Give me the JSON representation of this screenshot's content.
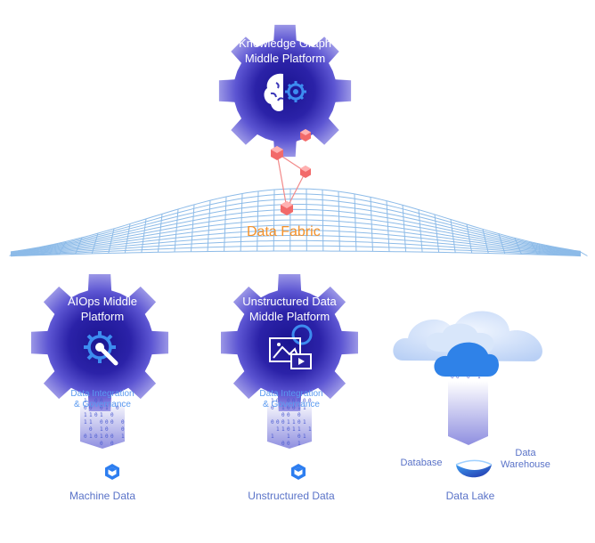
{
  "top_platform": {
    "title": "Knowledge Graph\nMiddle Platform",
    "icon": "brain-gear-icon"
  },
  "fabric": {
    "label": "Data Fabric"
  },
  "platforms": [
    {
      "title": "AIOps Middle\nPlatform",
      "subtitle": "Data Integration\n& Governance",
      "icon": "wrench-gear-icon",
      "bottom_label": "Machine Data"
    },
    {
      "title": "Unstructured Data\nMiddle Platform",
      "subtitle": "Data Integration\n& Governance",
      "icon": "image-video-icon",
      "bottom_label": "Unstructured Data"
    }
  ],
  "data_lake": {
    "label": "Data Lake",
    "database": "Database",
    "warehouse": "Data\nWarehouse"
  },
  "colors": {
    "gear": "#6d6dd8",
    "gear_dark": "#1f1a8c",
    "accent_orange": "#f5922a",
    "node_red": "#f27070",
    "grid": "#7fb2e6"
  }
}
